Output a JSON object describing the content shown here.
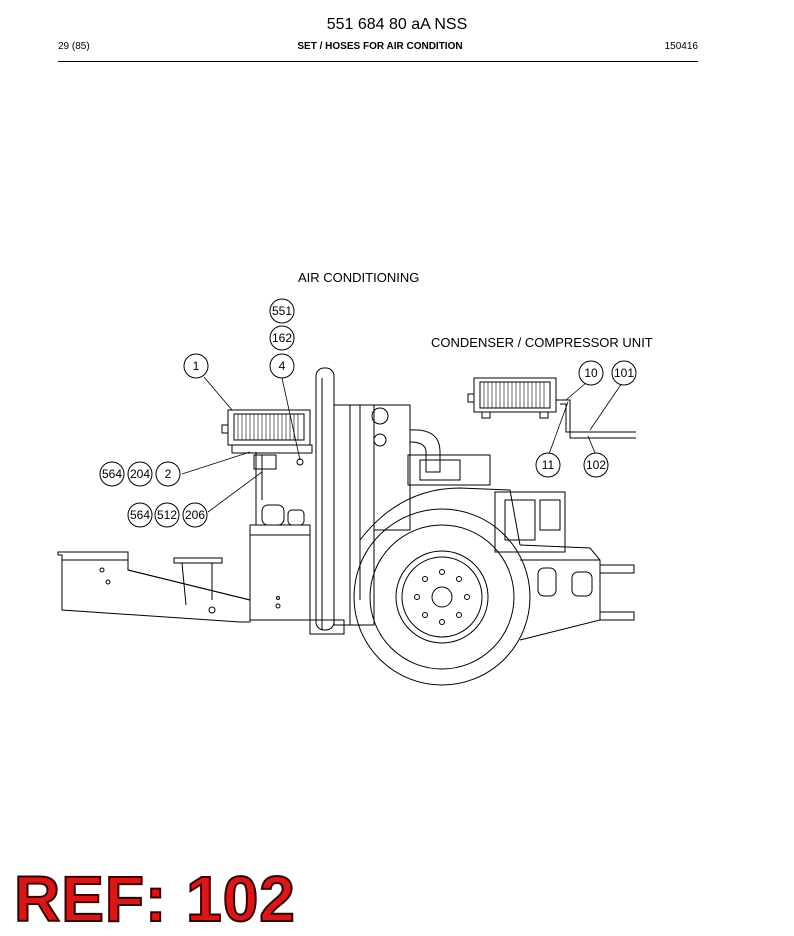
{
  "header": {
    "doc_id": "551 684 80 aA NSS",
    "page": "29 (85)",
    "section_title": "SET / HOSES FOR AIR CONDITION",
    "date_code": "150416"
  },
  "captions": {
    "air_conditioning": "AIR CONDITIONING",
    "condenser_unit": "CONDENSER / COMPRESSOR UNIT"
  },
  "callouts": [
    {
      "id": "551",
      "name": "callout-551"
    },
    {
      "id": "162",
      "name": "callout-162"
    },
    {
      "id": "4",
      "name": "callout-4"
    },
    {
      "id": "1",
      "name": "callout-1"
    },
    {
      "id": "564",
      "name": "callout-564-a"
    },
    {
      "id": "204",
      "name": "callout-204"
    },
    {
      "id": "2",
      "name": "callout-2"
    },
    {
      "id": "564",
      "name": "callout-564-b"
    },
    {
      "id": "512",
      "name": "callout-512"
    },
    {
      "id": "206",
      "name": "callout-206"
    },
    {
      "id": "10",
      "name": "callout-10"
    },
    {
      "id": "101",
      "name": "callout-101"
    },
    {
      "id": "11",
      "name": "callout-11"
    },
    {
      "id": "102",
      "name": "callout-102"
    }
  ],
  "stamp": {
    "label": "REF: 102",
    "color": "#d81818"
  }
}
